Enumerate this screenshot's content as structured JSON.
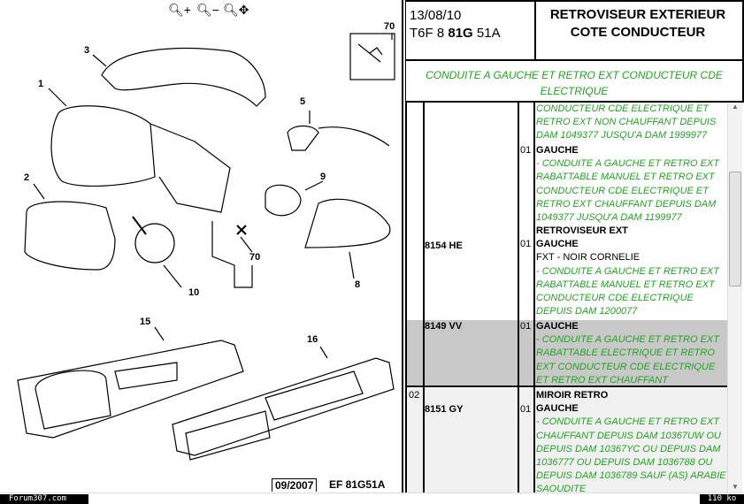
{
  "toolbar": {
    "zoom_in_icon": "magnifier-plus",
    "zoom_out_icon": "magnifier-minus",
    "pan_icon": "magnifier-move"
  },
  "diagram": {
    "callouts": [
      "70",
      "3",
      "1",
      "5",
      "2",
      "9",
      "70",
      "10",
      "8",
      "15",
      "16"
    ],
    "footer_date": "09/2007",
    "footer_ref": "EF 81G51A"
  },
  "header": {
    "date": "13/08/10",
    "code_prefix": "T6F 8",
    "code_bold": "81G",
    "code_suffix": "51A",
    "title": "RETROVISEUR EXTERIEUR COTE CONDUCTEUR"
  },
  "subtitle": "CONDUITE A GAUCHE ET RETRO EXT CONDUCTEUR CDE ELECTRIQUE",
  "rows": [
    {
      "num": "",
      "ref": "",
      "qty": "",
      "name": "",
      "variant": "",
      "color": "",
      "note": "CONDUCTEUR CDE ELECTRIQUE ET RETRO EXT NON CHAUFFANT DEPUIS DAM 1049377 JUSQU'A DAM 1999977"
    },
    {
      "num": "",
      "ref": "",
      "qty": "01",
      "name": "",
      "variant": "GAUCHE",
      "color": "",
      "note": "- CONDUITE A GAUCHE ET RETRO EXT RABATTABLE MANUEL ET RETRO EXT CONDUCTEUR CDE ELECTRIQUE ET RETRO EXT CHAUFFANT DEPUIS DAM 1049377 JUSQU'A DAM 1199977"
    },
    {
      "num": "",
      "ref": "8154 HE",
      "qty": "01",
      "name": "RETROVISEUR EXT",
      "variant": "GAUCHE",
      "color": "FXT - NOIR CORNELIE",
      "note": "- CONDUITE A GAUCHE ET RETRO EXT RABATTABLE MANUEL ET RETRO EXT CONDUCTEUR CDE ELECTRIQUE DEPUIS DAM 1200077"
    },
    {
      "num": "",
      "ref": "8149 VV",
      "qty": "01",
      "name": "",
      "variant": "GAUCHE",
      "color": "",
      "note": "- CONDUITE A GAUCHE ET RETRO EXT RABATTABLE ELECTRIQUE ET RETRO EXT CONDUCTEUR CDE ELECTRIQUE ET RETRO EXT CHAUFFANT"
    },
    {
      "num": "02",
      "ref": "8151 GY",
      "qty": "01",
      "name": "MIROIR RETRO",
      "variant": "GAUCHE",
      "color": "",
      "note": "- CONDUITE A GAUCHE ET RETRO EXT CHAUFFANT DEPUIS DAM 10367UW OU DEPUIS DAM 10367YC OU DEPUIS DAM 1036777 OU DEPUIS DAM 1036788 OU DEPUIS DAM 1036789 SAUF (AS) ARABIE SAOUDITE"
    }
  ],
  "status": {
    "site": "Forum307.com",
    "size": "110 ko"
  },
  "colors": {
    "note_green": "#22a322",
    "highlight_row": "#c8c8c8"
  }
}
